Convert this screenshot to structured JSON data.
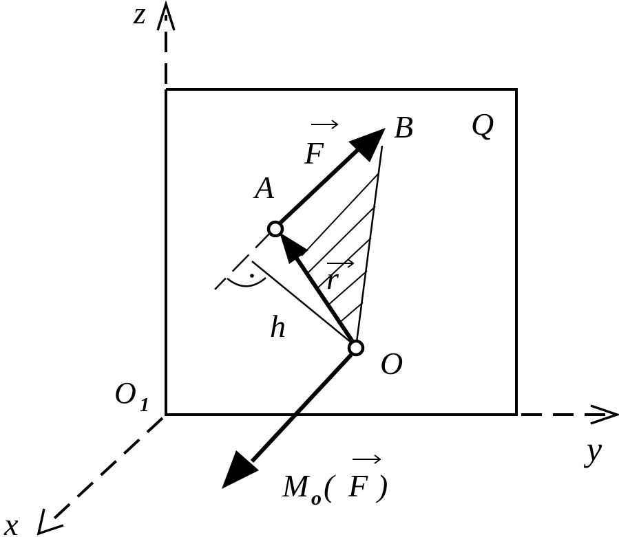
{
  "diagram": {
    "axes": {
      "z": "z",
      "y": "y",
      "x": "x"
    },
    "points": {
      "O1": {
        "base": "O",
        "sub": "1"
      },
      "A": "A",
      "B": "B",
      "O": "O"
    },
    "plane_label": "Q",
    "force_label": "F",
    "radius_label": "r",
    "arm_label": "h",
    "moment_label": {
      "symbol": "M",
      "sub": "o",
      "open": "(",
      "arg": "F",
      "close": ")"
    },
    "colors": {
      "ink": "#000000",
      "background": "#ffffff"
    }
  }
}
